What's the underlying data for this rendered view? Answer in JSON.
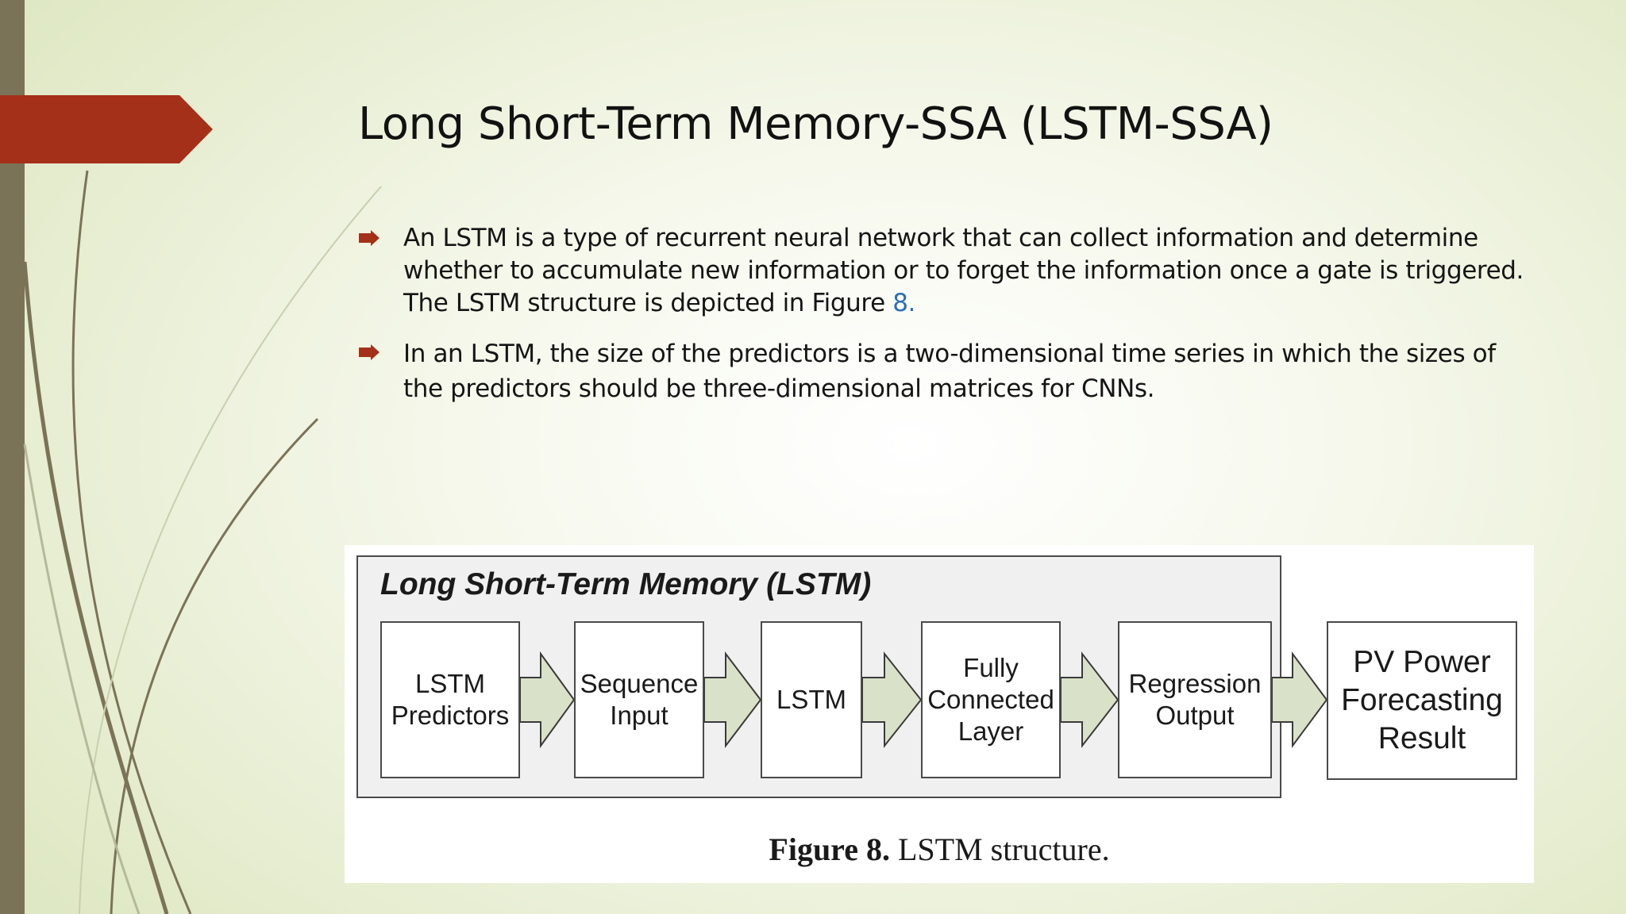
{
  "slide": {
    "title": "Long Short-Term Memory-SSA (LSTM-SSA)",
    "accent_color": "#a5301a",
    "sidebar_color": "#7b7357",
    "bullet_icon": "arrow-bullet-icon"
  },
  "bullets": [
    {
      "text": "An LSTM is a type of recurrent neural network that can collect information and determine whether to accumulate new information or to forget the information once a gate is triggered. The LSTM structure is depicted in Figure ",
      "ref": "8."
    },
    {
      "text": "In an LSTM, the size of the predictors is a two-dimensional time series in which the sizes of the predictors should be three-dimensional matrices for CNNs."
    }
  ],
  "figure": {
    "frame_title": "Long Short-Term Memory (LSTM)",
    "blocks": [
      {
        "id": "predictors",
        "lines": [
          "LSTM",
          "Predictors"
        ]
      },
      {
        "id": "sequence",
        "lines": [
          "Sequence",
          "Input"
        ]
      },
      {
        "id": "lstm",
        "lines": [
          "LSTM"
        ]
      },
      {
        "id": "fully-connected",
        "lines": [
          "Fully",
          "Connected",
          "Layer"
        ]
      },
      {
        "id": "regression",
        "lines": [
          "Regression",
          "Output"
        ]
      },
      {
        "id": "result",
        "lines": [
          "PV Power",
          "Forecasting",
          "Result"
        ]
      }
    ],
    "caption_label": "Figure 8.",
    "caption_text": " LSTM structure.",
    "arrow_fill": "#d9e2c8"
  }
}
